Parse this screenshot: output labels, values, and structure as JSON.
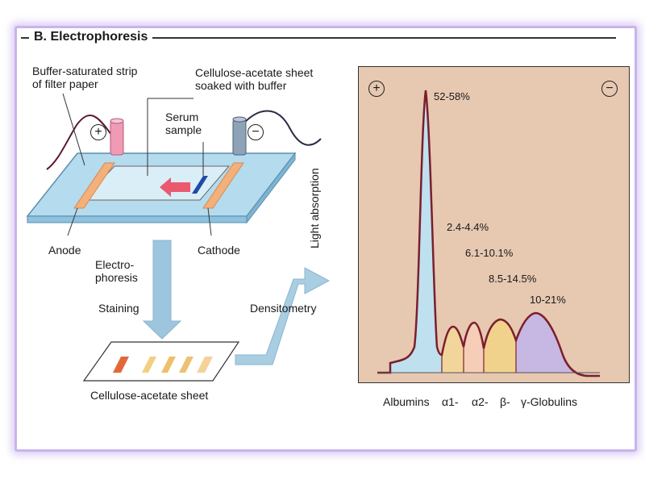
{
  "title": "B. Electrophoresis",
  "apparatus": {
    "buffer_strip_label_line1": "Buffer-saturated strip",
    "buffer_strip_label_line2": "of filter paper",
    "sheet_label_line1": "Cellulose-acetate sheet",
    "sheet_label_line2": "soaked with buffer",
    "serum_label_line1": "Serum",
    "serum_label_line2": "sample",
    "anode_label": "Anode",
    "cathode_label": "Cathode",
    "plus_symbol": "+",
    "minus_symbol": "−"
  },
  "process": {
    "step1_line1": "Electro-",
    "step1_line2": "phoresis",
    "step2": "Staining",
    "step3": "Densitometry",
    "result_label": "Cellulose-acetate sheet"
  },
  "densitogram": {
    "y_axis_label": "Light absorption",
    "plus_symbol": "+",
    "minus_symbol": "−",
    "fractions": [
      {
        "name": "Albumins",
        "percent": "52-58%",
        "color": "#bfe0ef"
      },
      {
        "name": "α1-",
        "percent": "2.4-4.4%",
        "color": "#f2d59a"
      },
      {
        "name": "α2-",
        "percent": "6.1-10.1%",
        "color": "#f6cdb6"
      },
      {
        "name": "β-",
        "percent": "8.5-14.5%",
        "color": "#f0d28c"
      },
      {
        "name": "γ-Globulins",
        "percent": "10-21%",
        "color": "#c7b7e3"
      }
    ],
    "curve_color": "#7a1f2e"
  }
}
